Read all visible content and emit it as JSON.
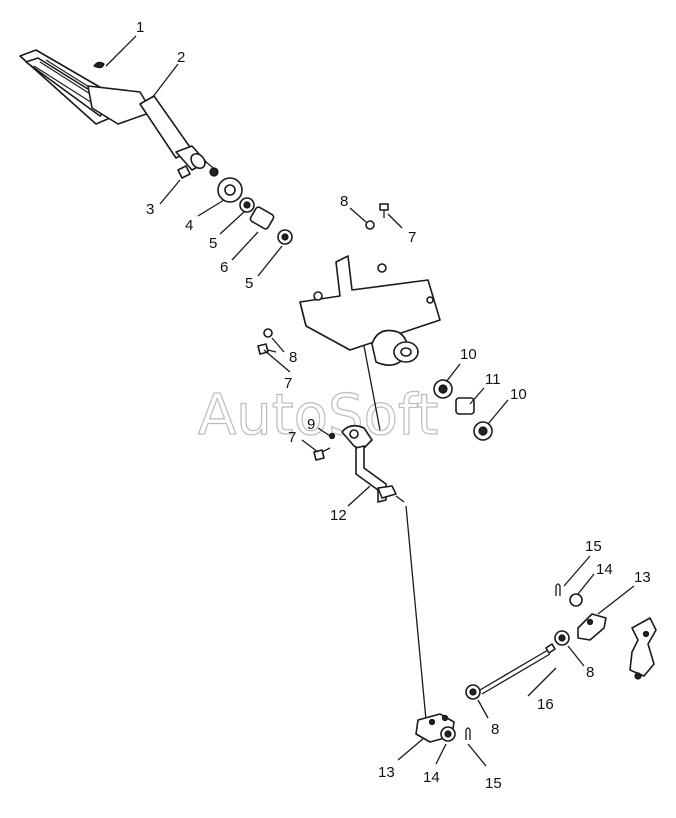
{
  "watermark": "AutoSoft",
  "callouts": [
    {
      "id": "c1",
      "label": "1"
    },
    {
      "id": "c2",
      "label": "2"
    },
    {
      "id": "c3",
      "label": "3"
    },
    {
      "id": "c4",
      "label": "4"
    },
    {
      "id": "c5a",
      "label": "5"
    },
    {
      "id": "c6",
      "label": "6"
    },
    {
      "id": "c5b",
      "label": "5"
    },
    {
      "id": "c8a",
      "label": "8"
    },
    {
      "id": "c7a",
      "label": "7"
    },
    {
      "id": "c8b",
      "label": "8"
    },
    {
      "id": "c7b",
      "label": "7"
    },
    {
      "id": "c10a",
      "label": "10"
    },
    {
      "id": "c11",
      "label": "11"
    },
    {
      "id": "c10b",
      "label": "10"
    },
    {
      "id": "c9",
      "label": "9"
    },
    {
      "id": "c7c",
      "label": "7"
    },
    {
      "id": "c12",
      "label": "12"
    },
    {
      "id": "c15a",
      "label": "15"
    },
    {
      "id": "c14a",
      "label": "14"
    },
    {
      "id": "c13a",
      "label": "13"
    },
    {
      "id": "c8c",
      "label": "8"
    },
    {
      "id": "c16",
      "label": "16"
    },
    {
      "id": "c8d",
      "label": "8"
    },
    {
      "id": "c13b",
      "label": "13"
    },
    {
      "id": "c14b",
      "label": "14"
    },
    {
      "id": "c15b",
      "label": "15"
    }
  ]
}
